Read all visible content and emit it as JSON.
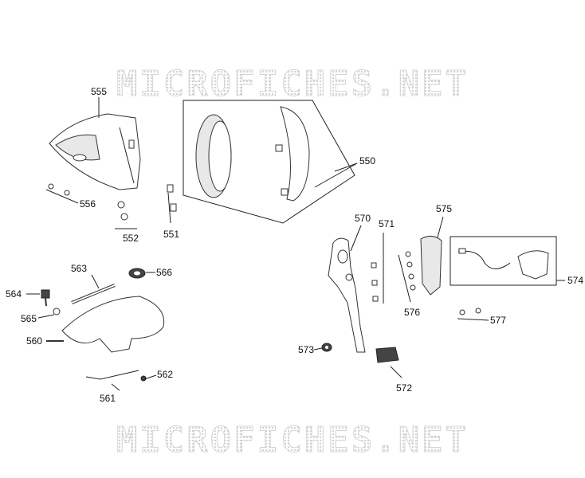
{
  "watermark": {
    "text": "MICROFICHES.NET"
  },
  "callouts": {
    "c550": "550",
    "c551": "551",
    "c552": "552",
    "c555": "555",
    "c556": "556",
    "c560": "560",
    "c561": "561",
    "c562": "562",
    "c563": "563",
    "c564": "564",
    "c565": "565",
    "c566": "566",
    "c570": "570",
    "c571": "571",
    "c572": "572",
    "c573": "573",
    "c574": "574",
    "c575": "575",
    "c576": "576",
    "c577": "577"
  }
}
